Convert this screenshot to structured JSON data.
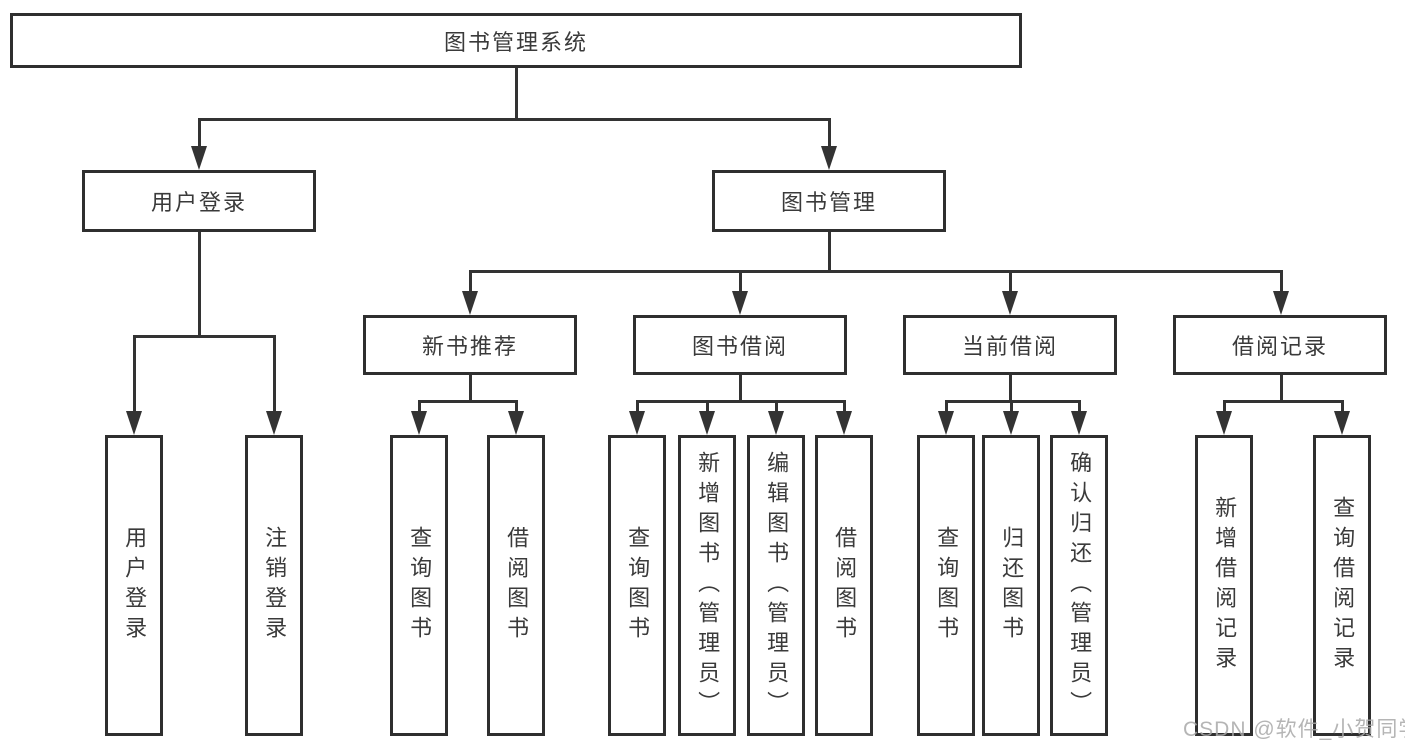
{
  "tree": {
    "root": {
      "label": "图书管理系统"
    },
    "children": [
      {
        "label": "用户登录",
        "children": [
          {
            "label": "用户登录"
          },
          {
            "label": "注销登录"
          }
        ]
      },
      {
        "label": "图书管理",
        "children": [
          {
            "label": "新书推荐",
            "children": [
              {
                "label": "查询图书"
              },
              {
                "label": "借阅图书"
              }
            ]
          },
          {
            "label": "图书借阅",
            "children": [
              {
                "label": "查询图书"
              },
              {
                "label": "新增图书（管理员）"
              },
              {
                "label": "编辑图书（管理员）"
              },
              {
                "label": "借阅图书"
              }
            ]
          },
          {
            "label": "当前借阅",
            "children": [
              {
                "label": "查询图书"
              },
              {
                "label": "归还图书"
              },
              {
                "label": "确认归还（管理员）"
              }
            ]
          },
          {
            "label": "借阅记录",
            "children": [
              {
                "label": "新增借阅记录"
              },
              {
                "label": "查询借阅记录"
              }
            ]
          }
        ]
      }
    ]
  },
  "watermark": {
    "text": "CSDN @软件_小贺同学"
  },
  "colors": {
    "line": "#333333",
    "text": "#3a3a3a",
    "box_background": "#ffffff",
    "page_background": "#ffffff",
    "watermark": "#a9a9a9"
  }
}
